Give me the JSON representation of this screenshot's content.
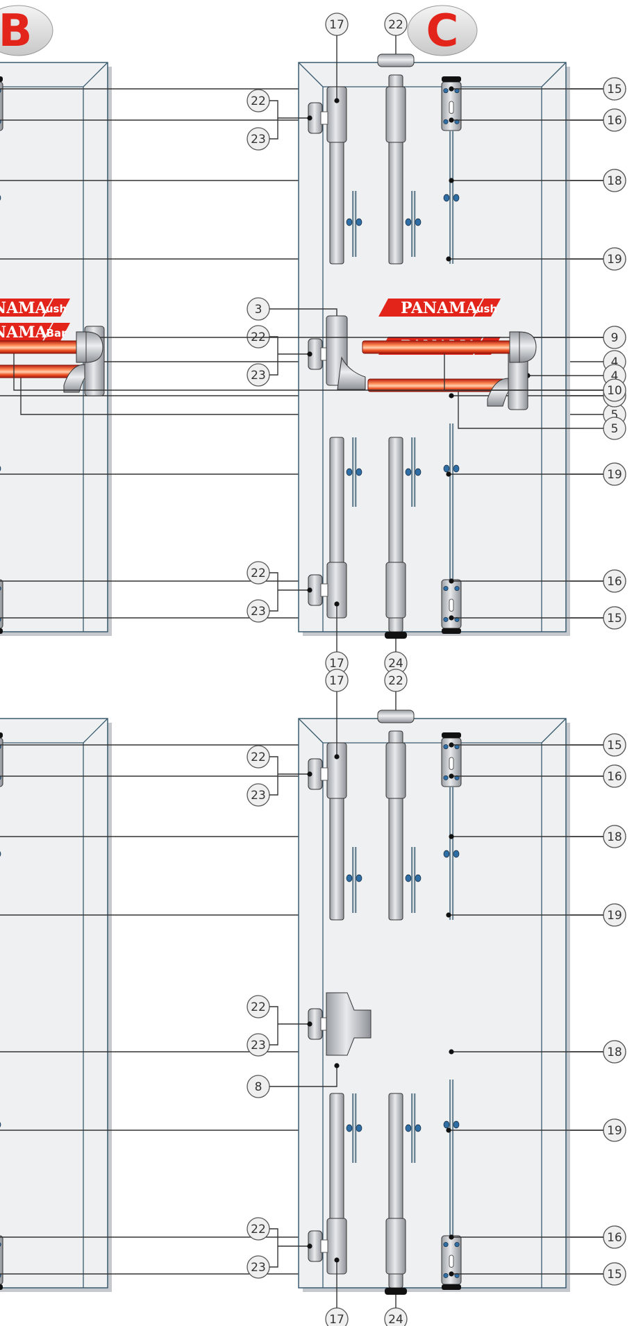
{
  "variant_labels": [
    "B",
    "C"
  ],
  "logos": {
    "bar_brand": "PANAMA",
    "bar_suffix": "Bar",
    "push_suffix": "ush",
    "push_brand": "PANAMA"
  },
  "panels": [
    {
      "id": "panel-b-bar",
      "callouts_right": [
        "15",
        "16",
        "18",
        "19",
        "4",
        "5",
        "18",
        "19",
        "16",
        "15"
      ]
    },
    {
      "id": "panel-c-bar",
      "callouts_top": [
        "17",
        "22"
      ],
      "callouts_right": [
        "15",
        "16",
        "18",
        "19",
        "4",
        "5",
        "18",
        "19",
        "16",
        "15"
      ],
      "callouts_left": [
        "22",
        "23",
        "3",
        "22",
        "23",
        "22",
        "23"
      ],
      "callouts_bottom": [
        "17",
        "24"
      ]
    },
    {
      "id": "panel-b-push",
      "callouts_right": [
        "15",
        "16",
        "18",
        "19",
        "9",
        "10",
        "18",
        "19",
        "16",
        "15"
      ]
    },
    {
      "id": "panel-c-push",
      "callouts_top": [
        "17",
        "22"
      ],
      "callouts_right": [
        "15",
        "16",
        "18",
        "19",
        "9",
        "10",
        "18",
        "19",
        "16",
        "15"
      ],
      "callouts_left": [
        "22",
        "23",
        "22",
        "23",
        "8",
        "22",
        "23"
      ],
      "callouts_bottom": [
        "17",
        "24"
      ]
    }
  ],
  "colors": {
    "door_fill": "#eef0f1",
    "door_stroke": "#3a5a6e",
    "bar_red": "#e8321e",
    "metal": "#c9ccd0",
    "accent_red": "#e3241b",
    "bubble_fill": "#efefef",
    "bubble_stroke": "#555555"
  }
}
